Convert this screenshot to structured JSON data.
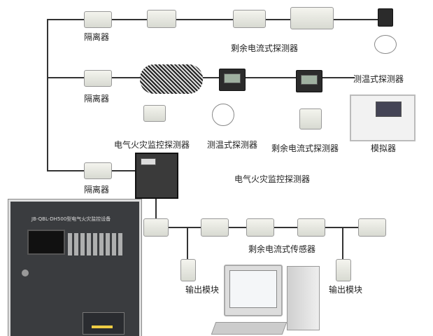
{
  "labels": {
    "isolator1": "隔离器",
    "isolator2": "隔离器",
    "isolator3": "隔离器",
    "rcd_detector_top": "剩余电流式探测器",
    "temp_detector_right": "测温式探测器",
    "efm_detector_row2": "电气火灾监控探测器",
    "temp_detector_row2": "测温式探测器",
    "rcd_detector_row2": "剩余电流式探测器",
    "simulator": "模拟器",
    "efm_detector_row3": "电气火灾监控探测器",
    "rcd_sensor": "剩余电流式传感器",
    "output_module1": "输出模块",
    "output_module2": "输出模块"
  },
  "panel": {
    "title": "JB-QBL-DH500型电气火灾监控设备"
  }
}
